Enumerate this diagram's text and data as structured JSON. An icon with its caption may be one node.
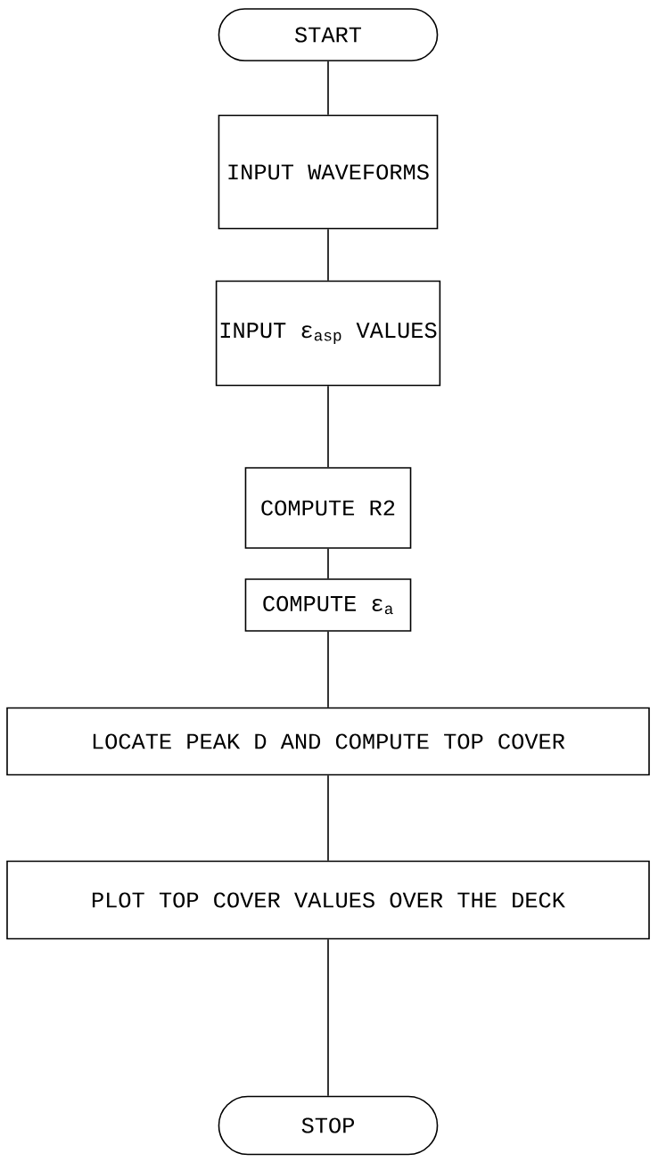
{
  "diagram": {
    "nodes": [
      {
        "text": [
          "START"
        ]
      },
      {
        "text": [
          "INPUT WAVEFORMS"
        ]
      },
      {
        "text": [
          "INPUT ε$_{asp}$ VALUES"
        ]
      },
      {
        "text": [
          "COMPUTE R2"
        ]
      },
      {
        "text": [
          "COMPUTE ε$_{a}$"
        ]
      },
      {
        "text": [
          "LOCATE PEAK D AND COMPUTE TOP COVER"
        ]
      },
      {
        "text": [
          "PLOT TOP COVER VALUES OVER THE DECK"
        ]
      },
      {
        "text": [
          "STOP"
        ]
      }
    ],
    "edges": [
      {
        "from": 0,
        "to": 1,
        "arrow": "none"
      },
      {
        "from": 1,
        "to": 2,
        "arrow": "none"
      },
      {
        "from": 2,
        "to": 3,
        "arrow": "none"
      },
      {
        "from": 3,
        "to": 4,
        "arrow": "none"
      },
      {
        "from": 4,
        "to": 5,
        "arrow": "none"
      },
      {
        "from": 5,
        "to": 6,
        "arrow": "none"
      },
      {
        "from": 6,
        "to": 7,
        "arrow": "none"
      }
    ]
  }
}
